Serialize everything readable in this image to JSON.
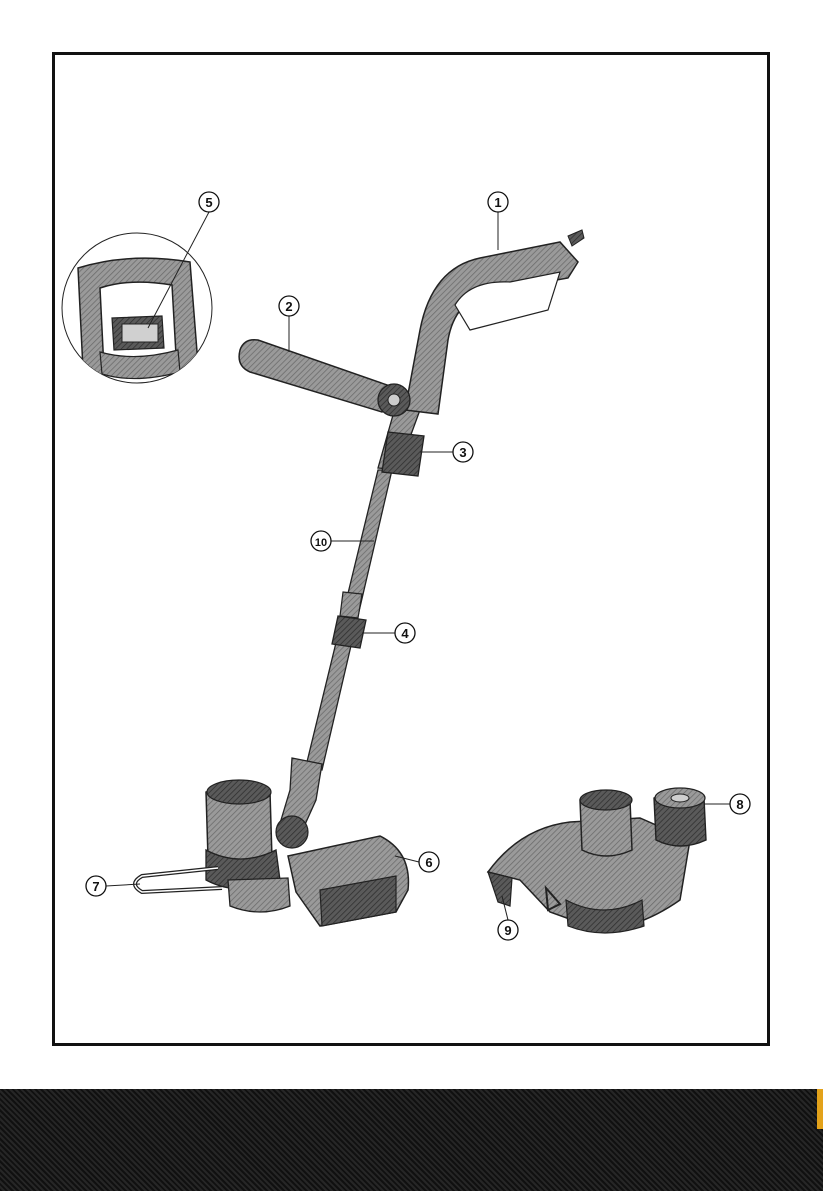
{
  "diagram": {
    "callouts": [
      {
        "id": "1",
        "label": "1"
      },
      {
        "id": "2",
        "label": "2"
      },
      {
        "id": "3",
        "label": "3"
      },
      {
        "id": "4",
        "label": "4"
      },
      {
        "id": "5",
        "label": "5"
      },
      {
        "id": "6",
        "label": "6"
      },
      {
        "id": "7",
        "label": "7"
      },
      {
        "id": "8",
        "label": "8"
      },
      {
        "id": "9",
        "label": "9"
      },
      {
        "id": "10",
        "label": "10"
      }
    ]
  },
  "colors": {
    "frame": "#111111",
    "band": "#1a1a1a",
    "accent": "#e3a21a",
    "tool_fill": "#8e8e8e",
    "tool_dark": "#4a4a4a",
    "tool_light": "#bdbdbd"
  }
}
